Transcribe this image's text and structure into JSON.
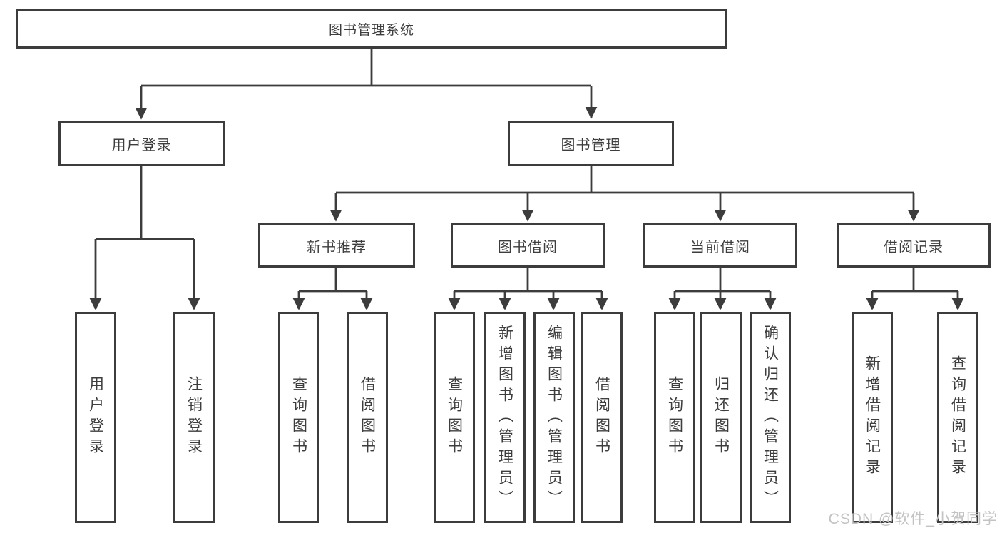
{
  "diagram": {
    "root": {
      "label": "图书管理系统"
    },
    "branches": [
      {
        "label": "用户登录",
        "leaves": [
          {
            "label": "用户登录"
          },
          {
            "label": "注销登录"
          }
        ]
      },
      {
        "label": "图书管理",
        "sections": [
          {
            "label": "新书推荐",
            "leaves": [
              {
                "label": "查询图书"
              },
              {
                "label": "借阅图书"
              }
            ]
          },
          {
            "label": "图书借阅",
            "leaves": [
              {
                "label": "查询图书"
              },
              {
                "label": "新增图书（管理员）"
              },
              {
                "label": "编辑图书（管理员）"
              },
              {
                "label": "借阅图书"
              }
            ]
          },
          {
            "label": "当前借阅",
            "leaves": [
              {
                "label": "查询图书"
              },
              {
                "label": "归还图书"
              },
              {
                "label": "确认归还（管理员）"
              }
            ]
          },
          {
            "label": "借阅记录",
            "leaves": [
              {
                "label": "新增借阅记录"
              },
              {
                "label": "查询借阅记录"
              }
            ]
          }
        ]
      }
    ]
  },
  "watermark": {
    "text": "CSDN @软件_小贺同学"
  },
  "colors": {
    "line": "#3c3c3c",
    "box_border": "#3c3c3c",
    "text": "#3d3d3d",
    "watermark": "#c3c3c3",
    "background": "#ffffff"
  }
}
